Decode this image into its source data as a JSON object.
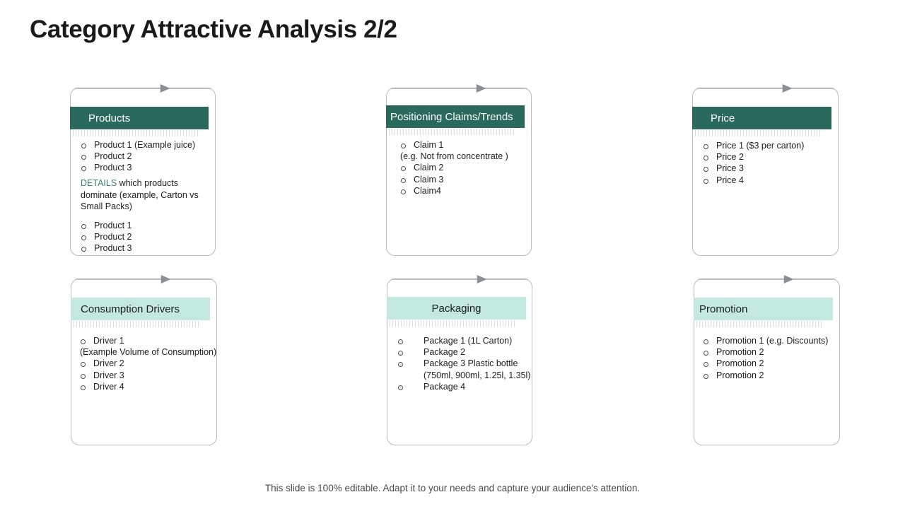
{
  "slide": {
    "title": "Category Attractive Analysis 2/2",
    "footer_note": "This slide is 100% editable. Adapt it to your needs and capture your audience's attention."
  },
  "theme": {
    "header_dark": "#2a6a5c",
    "header_light": "#c3e8e0",
    "accent_text": "#3d7d70",
    "card_border": "#b9bcbd",
    "body_text": "#1d1d1d",
    "footer_text": "#4a4a4a",
    "background": "#ffffff"
  },
  "cards": [
    {
      "id": "products",
      "title": "Products",
      "header_style": "dark",
      "items": [
        "Product 1 (Example juice)",
        "Product 2",
        "Product 3"
      ],
      "details": {
        "keyword": "DETAILS",
        "text": " which products dominate (example, Carton vs Small Packs)"
      },
      "items2": [
        "Product 1",
        "Product 2",
        "Product 3"
      ]
    },
    {
      "id": "positioning-claims-trends",
      "title": "Positioning Claims/Trends",
      "header_style": "dark",
      "items": [
        "Claim 1",
        "(e.g. Not from concentrate )",
        "Claim 2",
        "Claim 3",
        "Claim4"
      ]
    },
    {
      "id": "price",
      "title": "Price",
      "header_style": "dark",
      "items": [
        "Price 1 ($3 per carton)",
        "Price 2",
        "Price 3",
        "Price 4"
      ]
    },
    {
      "id": "consumption-drivers",
      "title": "Consumption Drivers",
      "header_style": "light",
      "items": [
        "Driver  1",
        "(Example Volume of Consumption)",
        "Driver  2",
        "Driver  3",
        "Driver  4"
      ]
    },
    {
      "id": "packaging",
      "title": "Packaging",
      "header_style": "light",
      "items": [
        "Package 1 (1L Carton)",
        "Package 2",
        "Package 3 Plastic bottle",
        "(750ml, 900ml, 1.25l, 1.35l)",
        "Package 4"
      ]
    },
    {
      "id": "promotion",
      "title": "Promotion",
      "header_style": "light",
      "items": [
        "Promotion 1 (e.g. Discounts)",
        "Promotion 2",
        "Promotion 2",
        "Promotion 2"
      ]
    }
  ]
}
